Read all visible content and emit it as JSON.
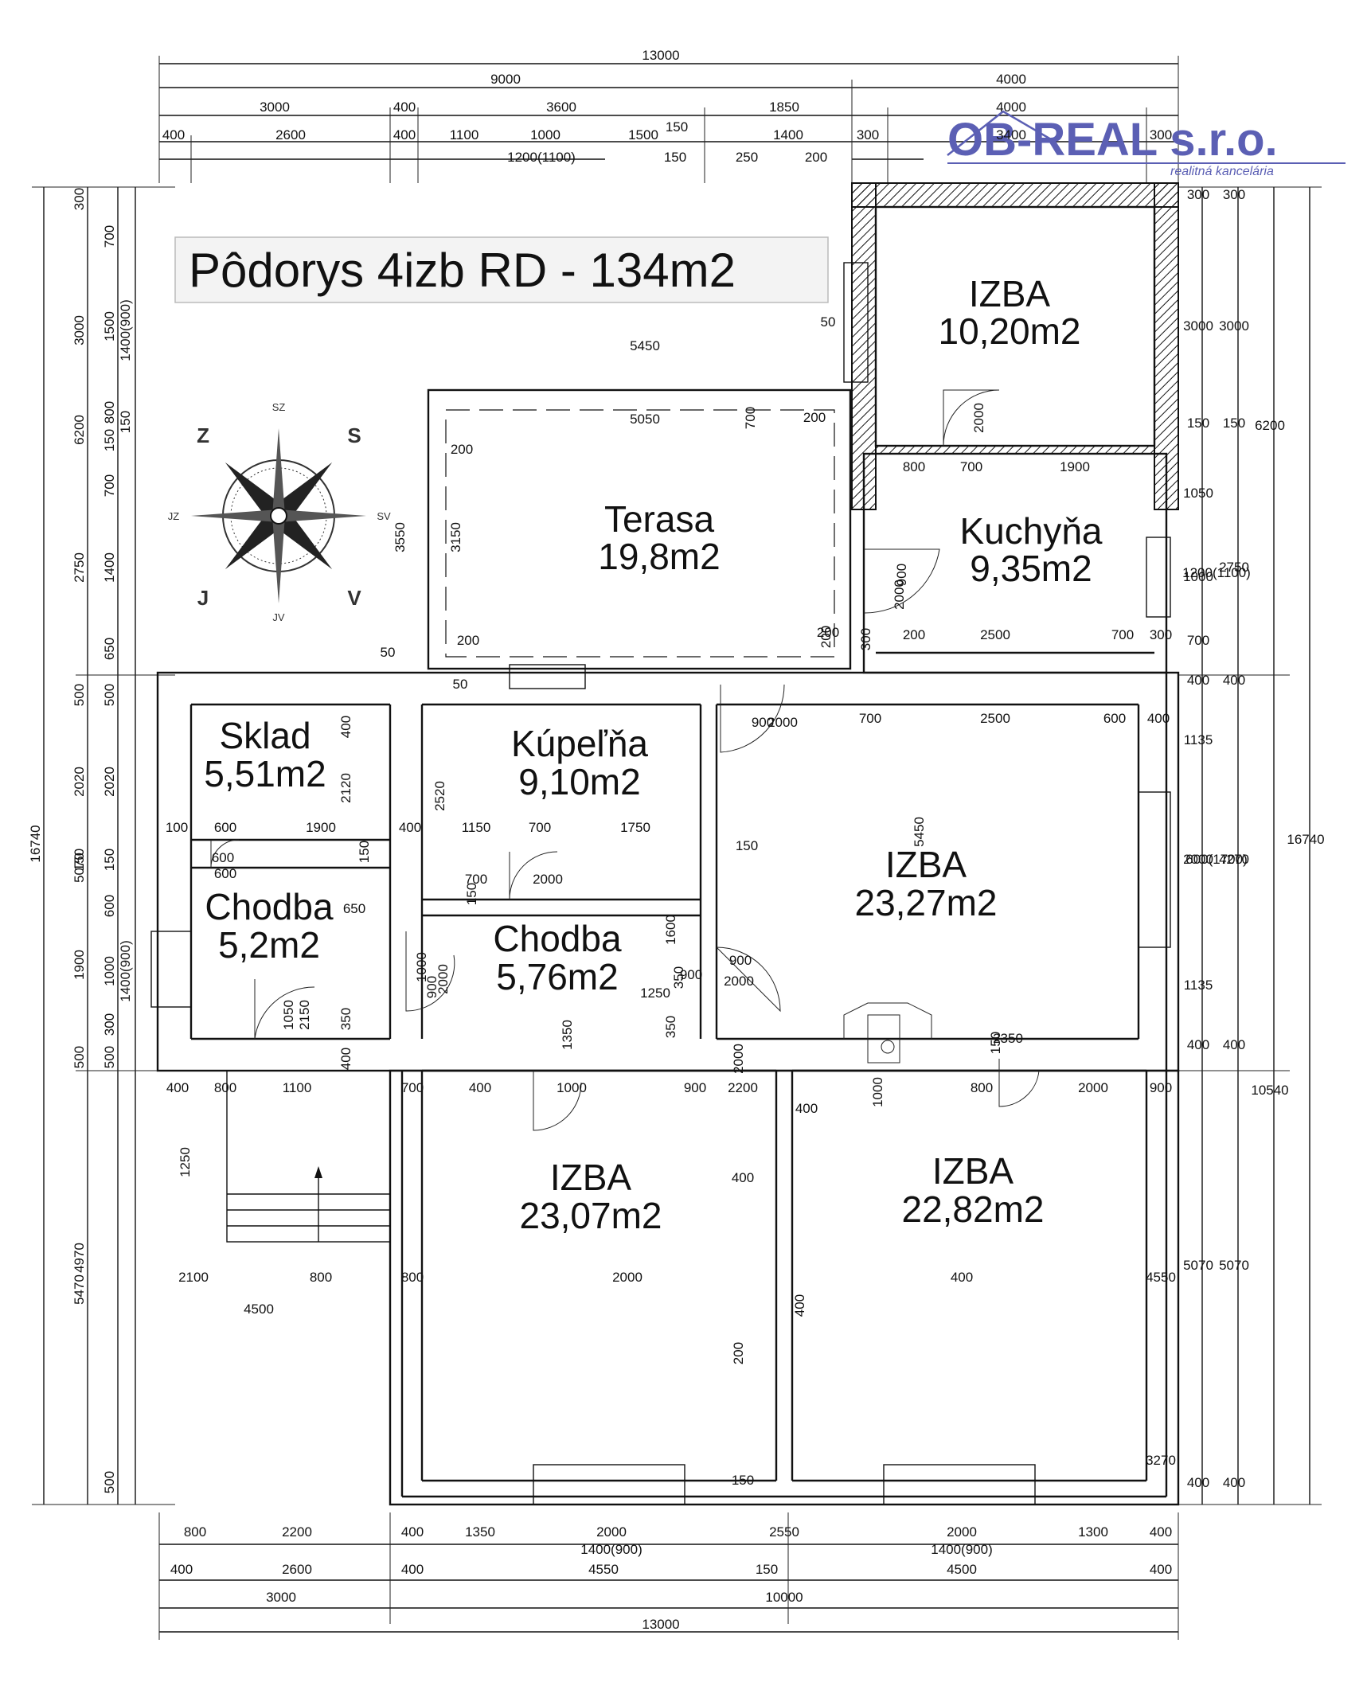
{
  "title": "Pôdorys 4izb RD - 134m2",
  "logo": {
    "name": "OB-REAL s.r.o.",
    "tagline": "realitná kancelária",
    "color": "#5b5fb4"
  },
  "compass": {
    "top": "SZ",
    "upper_right": "S",
    "right": "SV",
    "lower_right": "V",
    "bottom": "JV",
    "lower_left": "J",
    "left": "JZ",
    "upper_left": "Z"
  },
  "rooms": [
    {
      "name": "IZBA",
      "area": "10,20m2"
    },
    {
      "name": "Terasa",
      "area": "19,8m2"
    },
    {
      "name": "Kuchyňa",
      "area": "9,35m2"
    },
    {
      "name": "Sklad",
      "area": "5,51m2"
    },
    {
      "name": "Kúpeľňa",
      "area": "9,10m2"
    },
    {
      "name": "IZBA",
      "area": "23,27m2"
    },
    {
      "name": "Chodba",
      "area": "5,2m2"
    },
    {
      "name": "Chodba",
      "area": "5,76m2"
    },
    {
      "name": "IZBA",
      "area": "23,07m2"
    },
    {
      "name": "IZBA",
      "area": "22,82m2"
    }
  ],
  "dimensions": {
    "top": [
      "13000",
      "9000",
      "4000",
      "3000",
      "400",
      "3600",
      "1850",
      "4000",
      "400",
      "2600",
      "400",
      "1100",
      "1000",
      "1500",
      "150",
      "1400",
      "300",
      "3400",
      "300",
      "1200(1100)",
      "150",
      "250",
      "200"
    ],
    "bottom": [
      "800",
      "2200",
      "400",
      "1350",
      "2000",
      "2550",
      "2000",
      "1300",
      "400",
      "1400(900)",
      "1400(900)",
      "400",
      "2600",
      "400",
      "4550",
      "150",
      "4500",
      "400",
      "3000",
      "10000",
      "13000"
    ],
    "left": [
      "16740",
      "6200",
      "5070",
      "5470",
      "300",
      "700",
      "3000",
      "1500",
      "1400(900)",
      "800",
      "150",
      "150",
      "700",
      "2750",
      "1400",
      "650",
      "500",
      "500",
      "2020",
      "2020",
      "150",
      "150",
      "600",
      "1900",
      "1000",
      "1400(900)",
      "300",
      "500",
      "500",
      "4970",
      "500"
    ],
    "right": [
      "16740",
      "6200",
      "10540",
      "300",
      "300",
      "3000",
      "3000",
      "150",
      "150",
      "1050",
      "1000",
      "1200(1100)",
      "2750",
      "700",
      "400",
      "400",
      "1135",
      "2000",
      "600(1700)",
      "4270",
      "1135",
      "400",
      "400",
      "5070",
      "5070",
      "400",
      "400"
    ],
    "interior": [
      "5450",
      "50",
      "200",
      "5050",
      "200",
      "200",
      "3150",
      "3550",
      "200",
      "200",
      "50",
      "50",
      "700",
      "2000",
      "800",
      "700",
      "1900",
      "900",
      "2000",
      "300",
      "200",
      "2500",
      "700",
      "300",
      "400",
      "900",
      "2000",
      "700",
      "2500",
      "600",
      "400",
      "2120",
      "100",
      "600",
      "1900",
      "400",
      "600",
      "600",
      "150",
      "2520",
      "1150",
      "700",
      "1750",
      "700",
      "2000",
      "150",
      "150",
      "5450",
      "650",
      "1000",
      "900",
      "2000",
      "1600",
      "350",
      "900",
      "1250",
      "350",
      "900",
      "2000",
      "1050",
      "2150",
      "350",
      "400",
      "400",
      "800",
      "1100",
      "700",
      "400",
      "1350",
      "1000",
      "900",
      "2000",
      "2200",
      "400",
      "1000",
      "150",
      "2350",
      "800",
      "2000",
      "900",
      "1250",
      "400",
      "2100",
      "800",
      "800",
      "2000",
      "400",
      "4550",
      "4500",
      "400",
      "200",
      "150",
      "3270",
      "400",
      "400"
    ]
  }
}
